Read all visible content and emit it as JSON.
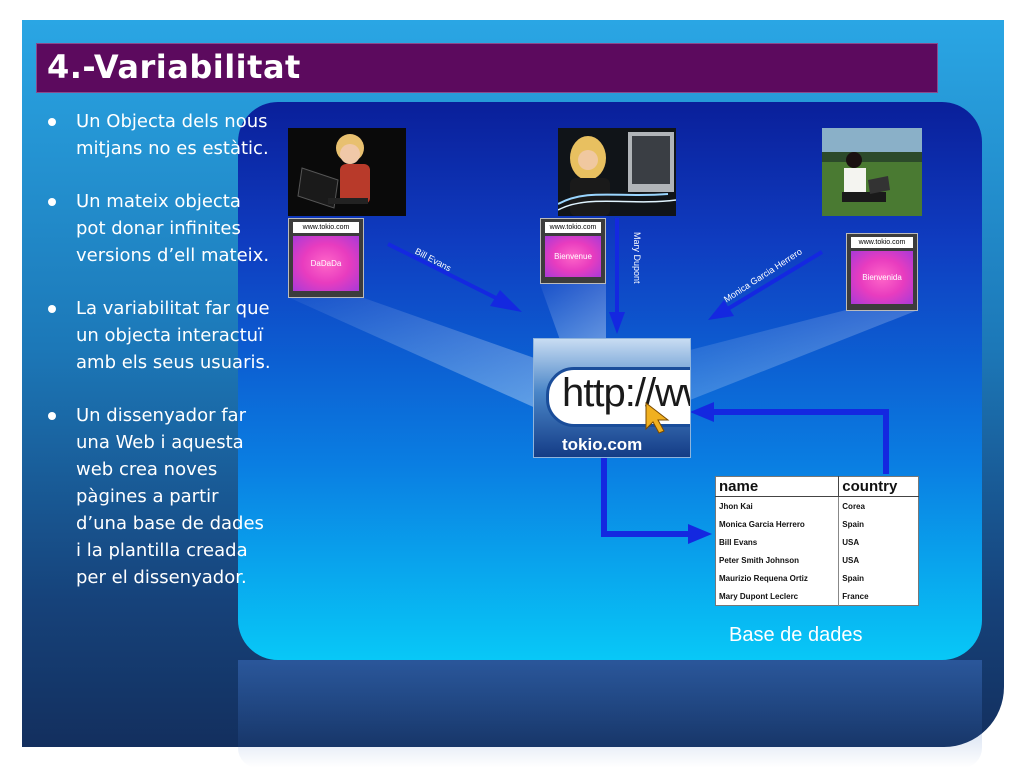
{
  "slide": {
    "title": "4.-Variabilitat",
    "bullets": [
      "Un Objecta dels nous mitjans no es estàtic.",
      "Un mateix objecta pot donar infinites versions d’ell mateix.",
      "La variabilitat far que un objecta interactuï amb els seus usuaris.",
      "Un dissenyador far una Web i aquesta web crea noves pàgines a partir d’una base de dades i la plantilla creada per el dissenyador."
    ]
  },
  "diagram": {
    "users": [
      {
        "name": "Bill Evans",
        "card_url": "www.tokio.com",
        "card_text": "DaDaDa"
      },
      {
        "name": "Mary Dupont",
        "card_url": "www.tokio.com",
        "card_text": "Bienvenue"
      },
      {
        "name": "Monica Garcia Herrero",
        "card_url": "www.tokio.com",
        "card_text": "Bienvenida"
      }
    ],
    "website": {
      "http_text": "http://www.",
      "domain": "tokio.com"
    },
    "database": {
      "caption": "Base de dades",
      "columns": [
        "name",
        "country"
      ],
      "rows": [
        [
          "Jhon Kai",
          "Corea"
        ],
        [
          "Monica Garcia Herrero",
          "Spain"
        ],
        [
          "Bill Evans",
          "USA"
        ],
        [
          "Peter Smith Johnson",
          "USA"
        ],
        [
          "Maurizio Requena Ortiz",
          "Spain"
        ],
        [
          "Mary Dupont Leclerc",
          "France"
        ]
      ]
    },
    "colors": {
      "title_bar": "#5c0a5e",
      "arrow": "#1428e0",
      "panel_top": "#0a1f9a",
      "panel_bottom": "#08c8f7"
    }
  }
}
